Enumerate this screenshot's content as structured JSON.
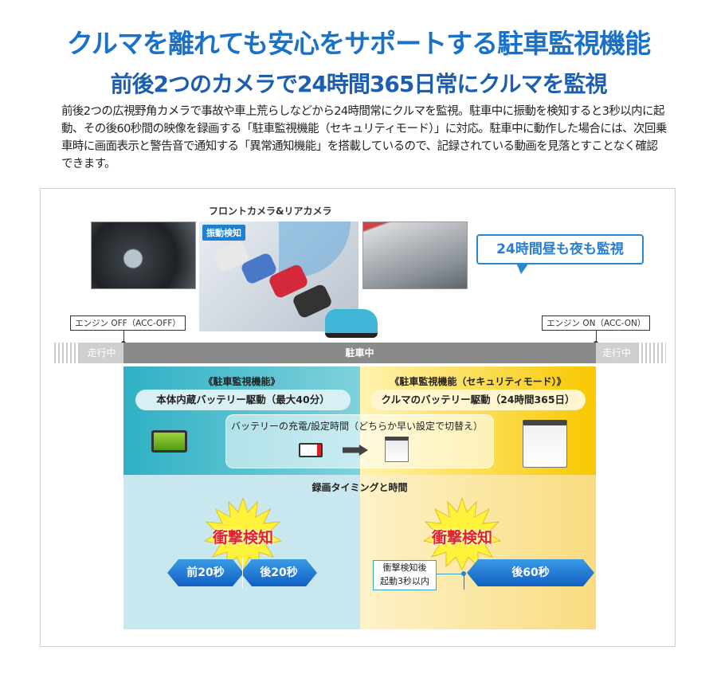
{
  "header": {
    "title": "クルマを離れても安心をサポートする駐車監視機能",
    "subtitle": "前後2つのカメラで24時間365日常にクルマを監視"
  },
  "description": "前後2つの広視野角カメラで事故や車上荒らしなどから24時間常にクルマを監視。駐車中に振動を検知すると3秒以内に起動、その後60秒間の映像を録画する「駐車監視機能（セキュリティモード）」に対応。駐車中に動作した場合には、次回乗車時に画面表示と警告音で通知する「異常通知機能」を搭載しているので、記録されている動画を見落とすことなく確認できます。",
  "diagram": {
    "camera_label": "フロントカメラ&リアカメラ",
    "vibration_badge": "振動検知",
    "bubble": "24時間昼も夜も監視",
    "engine_off": "エンジン OFF（ACC-OFF）",
    "engine_on": "エンジン ON（ACC-ON）",
    "driving_left": "走行中",
    "parked": "駐車中",
    "driving_right": "走行中",
    "left_heading": "《駐車監視機能》",
    "left_pill": "本体内蔵バッテリー駆動（最大40分）",
    "right_heading": "《駐車監視機能（セキュリティモード）》",
    "right_pill": "クルマのバッテリー駆動（24時間365日）",
    "switch_note": "バッテリーの充電/設定時間（どちらか早い設定で切替え）",
    "timing_heading": "録画タイミングと時間",
    "impact_left": "衝撃検知",
    "before": "前20秒",
    "after": "後20秒",
    "impact_right": "衝撃検知",
    "startup_note_1": "衝撃検知後",
    "startup_note_2": "起動3秒以内",
    "after60": "後60秒"
  }
}
